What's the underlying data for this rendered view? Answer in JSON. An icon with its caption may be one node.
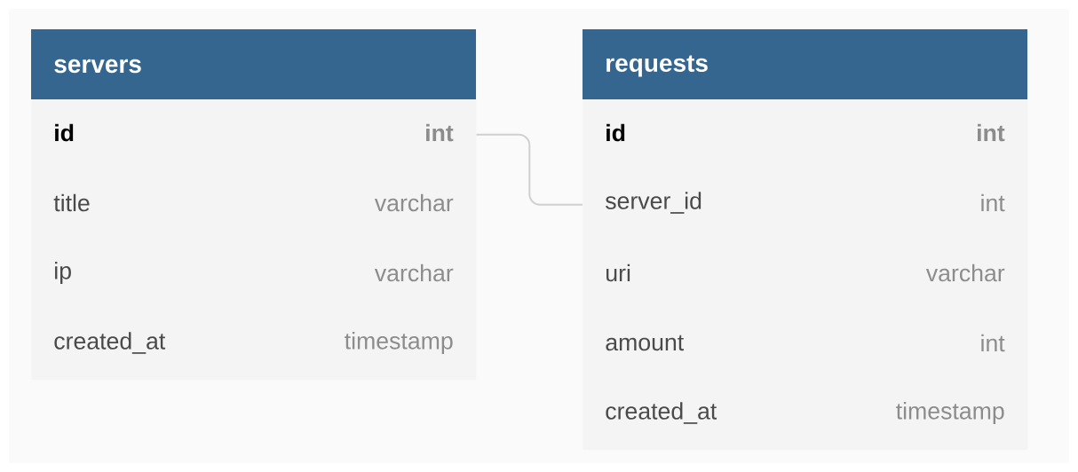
{
  "diagram": {
    "nodes": [
      {
        "text": [
          "servers"
        ]
      },
      {
        "text": [
          "id",
          "int"
        ],
        "in": 0
      },
      {
        "text": [
          "title",
          "varchar"
        ],
        "in": 0
      },
      {
        "text": [
          "ip",
          "varchar"
        ],
        "in": 0
      },
      {
        "text": [
          "created_at",
          "timestamp"
        ],
        "in": 0
      },
      {
        "text": [
          "requests"
        ]
      },
      {
        "text": [
          "id",
          "int"
        ],
        "in": 5
      },
      {
        "text": [
          "server_id",
          "int"
        ],
        "in": 5
      },
      {
        "text": [
          "uri",
          "varchar"
        ],
        "in": 5
      },
      {
        "text": [
          "amount",
          "int"
        ],
        "in": 5
      },
      {
        "text": [
          "created_at",
          "timestamp"
        ],
        "in": 5
      }
    ],
    "edges": [
      {
        "from": 1,
        "to": 7,
        "arrow": "none"
      }
    ]
  }
}
